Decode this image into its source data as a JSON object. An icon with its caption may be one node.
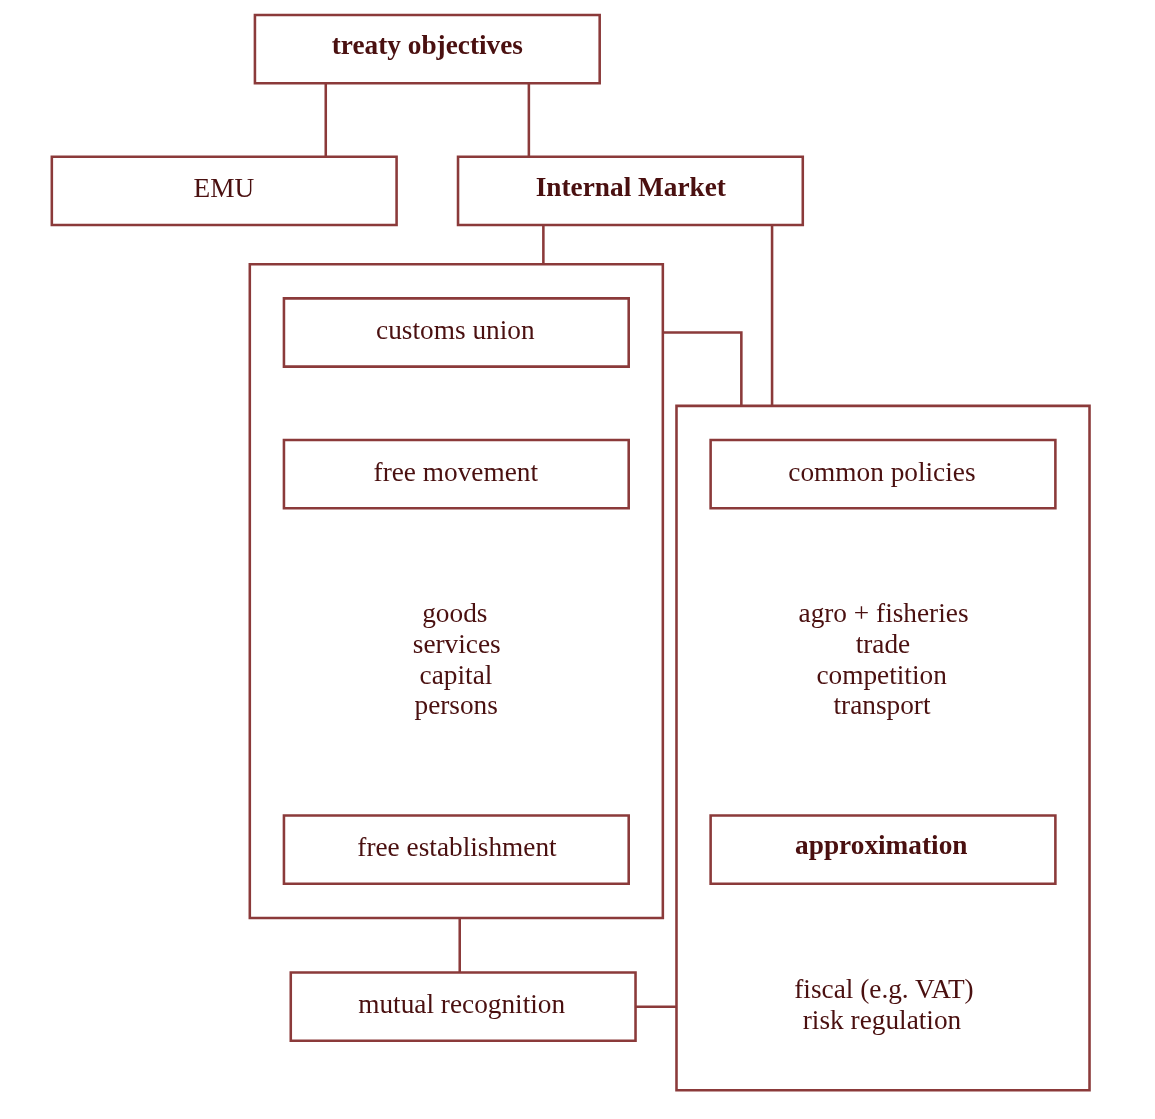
{
  "diagram": {
    "nodes": [
      {
        "text": [
          "treaty objectives"
        ]
      },
      {
        "text": [
          "EMU"
        ]
      },
      {
        "text": [
          "Internal Market"
        ]
      },
      {
        "text": [],
        "shape": "box"
      },
      {
        "text": [
          "customs union"
        ],
        "in": 3
      },
      {
        "text": [
          "free movement"
        ],
        "in": 3,
        "beside": [
          "goods",
          "services",
          "capital",
          "persons"
        ]
      },
      {
        "text": [
          "free establishment"
        ],
        "in": 3
      },
      {
        "text": [],
        "shape": "box"
      },
      {
        "text": [
          "common policies"
        ],
        "in": 7,
        "beside": [
          "agro + fisheries",
          "trade",
          "competition",
          "transport"
        ]
      },
      {
        "text": [
          "approximation"
        ],
        "in": 7,
        "beside": [
          "fiscal (e.g. VAT)",
          "risk regulation"
        ]
      },
      {
        "text": [
          "mutual recognition"
        ]
      }
    ],
    "edges": [
      {
        "from": 0,
        "to": 1,
        "arrow": "none"
      },
      {
        "from": 0,
        "to": 2,
        "arrow": "none"
      },
      {
        "from": 2,
        "to": 3,
        "arrow": "none"
      },
      {
        "from": 2,
        "to": 7,
        "arrow": "none"
      },
      {
        "from": 3,
        "to": 7,
        "arrow": "none"
      },
      {
        "from": 3,
        "to": 10,
        "arrow": "none"
      },
      {
        "from": 7,
        "to": 10,
        "arrow": "none"
      }
    ]
  }
}
